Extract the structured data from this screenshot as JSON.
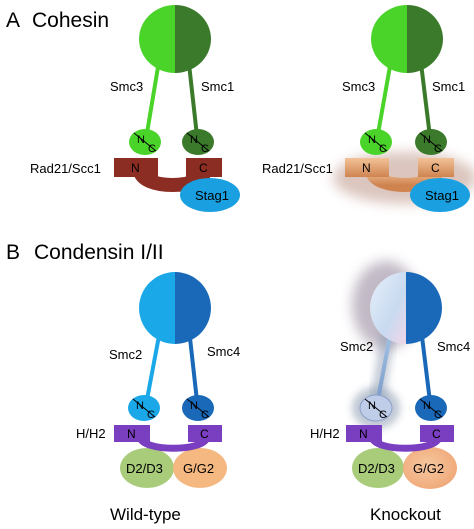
{
  "panels": {
    "a": {
      "letter": "A",
      "title": "Cohesin"
    },
    "b": {
      "letter": "B",
      "title": "Condensin I/II"
    }
  },
  "cohesin": {
    "arm_left": "Smc3",
    "arm_right": "Smc1",
    "kleisin": "Rad21/Scc1",
    "partner": "Stag1"
  },
  "condensin": {
    "arm_left": "Smc2",
    "arm_right": "Smc4",
    "kleisin": "H/H2",
    "partner_left": "D2/D3",
    "partner_right": "G/G2"
  },
  "domain_labels": {
    "n": "N",
    "c": "C"
  },
  "conditions": {
    "left": "Wild-type",
    "right": "Knockout"
  },
  "colors": {
    "cohesin_light_green": "#4ad42a",
    "cohesin_dark_green": "#3a7a2a",
    "cohesin_kleisin": "#8b2d22",
    "stag": "#1aa0e0",
    "condensin_light_blue": "#1aa8e8",
    "condensin_dark_blue": "#1a68b8",
    "condensin_kleisin": "#7a3ec0",
    "d_subunit": "#a8cc7a",
    "g_subunit": "#f4b880",
    "knockout_kleisin": "#d08850"
  }
}
